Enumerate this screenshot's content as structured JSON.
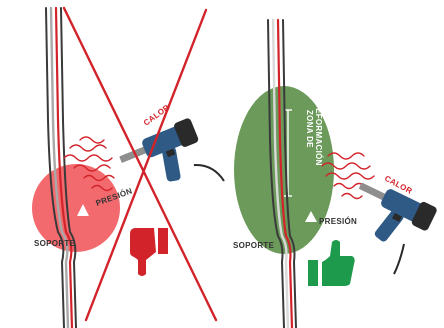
{
  "colors": {
    "red": "#d3232a",
    "pink": "#f26a6e",
    "green": "#6b9a5b",
    "thumb_green": "#1d9a4c",
    "gun_blue": "#2f5a86",
    "gun_dark": "#2a2a2a",
    "cable_dark": "#3a3a3a"
  },
  "left_panel": {
    "heat_label": "CALOR",
    "pressure_label": "PRESIÓN",
    "support_label": "SOPORTE",
    "verdict_icon": "thumbs-down-icon",
    "crossed_out": true
  },
  "right_panel": {
    "heat_label": "CALOR",
    "pressure_label": "PRESIÓN",
    "support_label": "SOPORTE",
    "zone_label_line1": "ZONA DE",
    "zone_label_line2": "DEFORMACIÓN",
    "verdict_icon": "thumbs-up-icon"
  }
}
